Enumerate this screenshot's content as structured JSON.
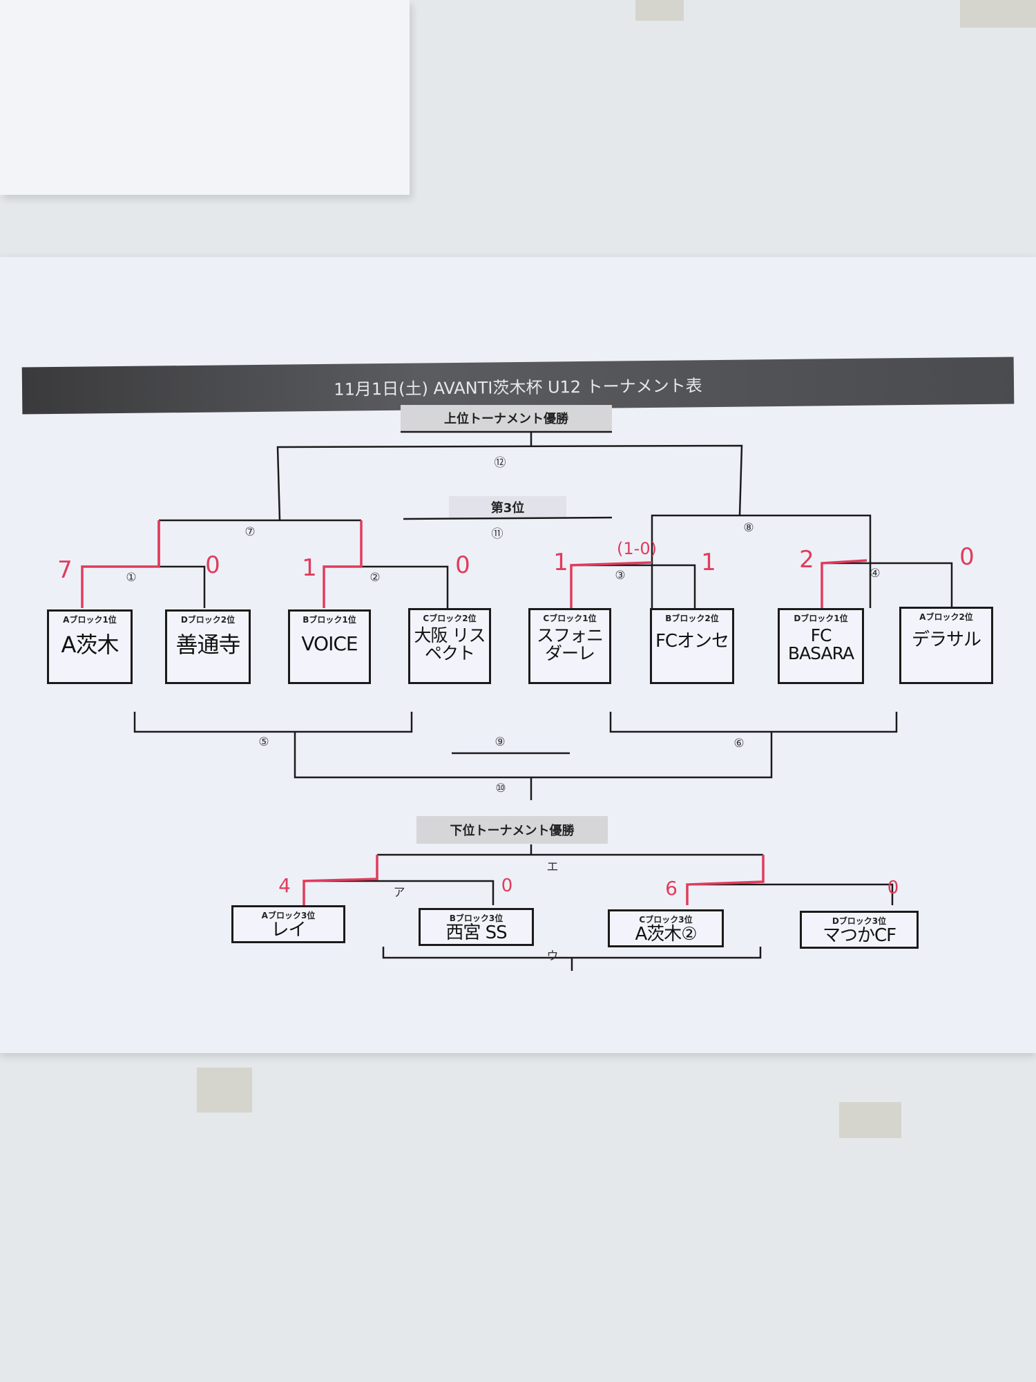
{
  "title": "11月1日(土)  AVANTI茨木杯  U12  トーナメント表",
  "upper": {
    "winner_label": "上位トーナメント優勝",
    "third_label": "第3位",
    "match_numbers": [
      "①",
      "②",
      "③",
      "④",
      "⑤",
      "⑥",
      "⑦",
      "⑧",
      "⑨",
      "⑩",
      "⑪",
      "⑫"
    ],
    "teams": [
      {
        "block": "Aブロック1位",
        "name": "A茨木",
        "score": "7"
      },
      {
        "block": "Dブロック2位",
        "name": "善通寺",
        "score": "0"
      },
      {
        "block": "Bブロック1位",
        "name": "VOICE",
        "score": "1"
      },
      {
        "block": "Cブロック2位",
        "name": "大阪 リスペクト",
        "score": "0"
      },
      {
        "block": "Cブロック1位",
        "name": "スフォニ ダーレ",
        "score": "1"
      },
      {
        "block": "Bブロック2位",
        "name": "FCオンセ",
        "score": "1"
      },
      {
        "block": "Dブロック1位",
        "name": "FC BASARA",
        "score": "2"
      },
      {
        "block": "Aブロック2位",
        "name": "デラサル",
        "score": "0"
      }
    ],
    "pk_note": "(1-0)"
  },
  "lower": {
    "winner_label": "下位トーナメント優勝",
    "match_labels": [
      "ア",
      "ウ",
      "エ"
    ],
    "teams": [
      {
        "block": "Aブロック3位",
        "name": "レイ",
        "score": "4"
      },
      {
        "block": "Bブロック3位",
        "name": "西宮 SS",
        "score": "0"
      },
      {
        "block": "Cブロック3位",
        "name": "A茨木②",
        "score": "6"
      },
      {
        "block": "Dブロック3位",
        "name": "マつかCF",
        "score": "0"
      }
    ]
  },
  "colors": {
    "winner_line": "#e03c5a",
    "line": "#1a1a1a"
  }
}
